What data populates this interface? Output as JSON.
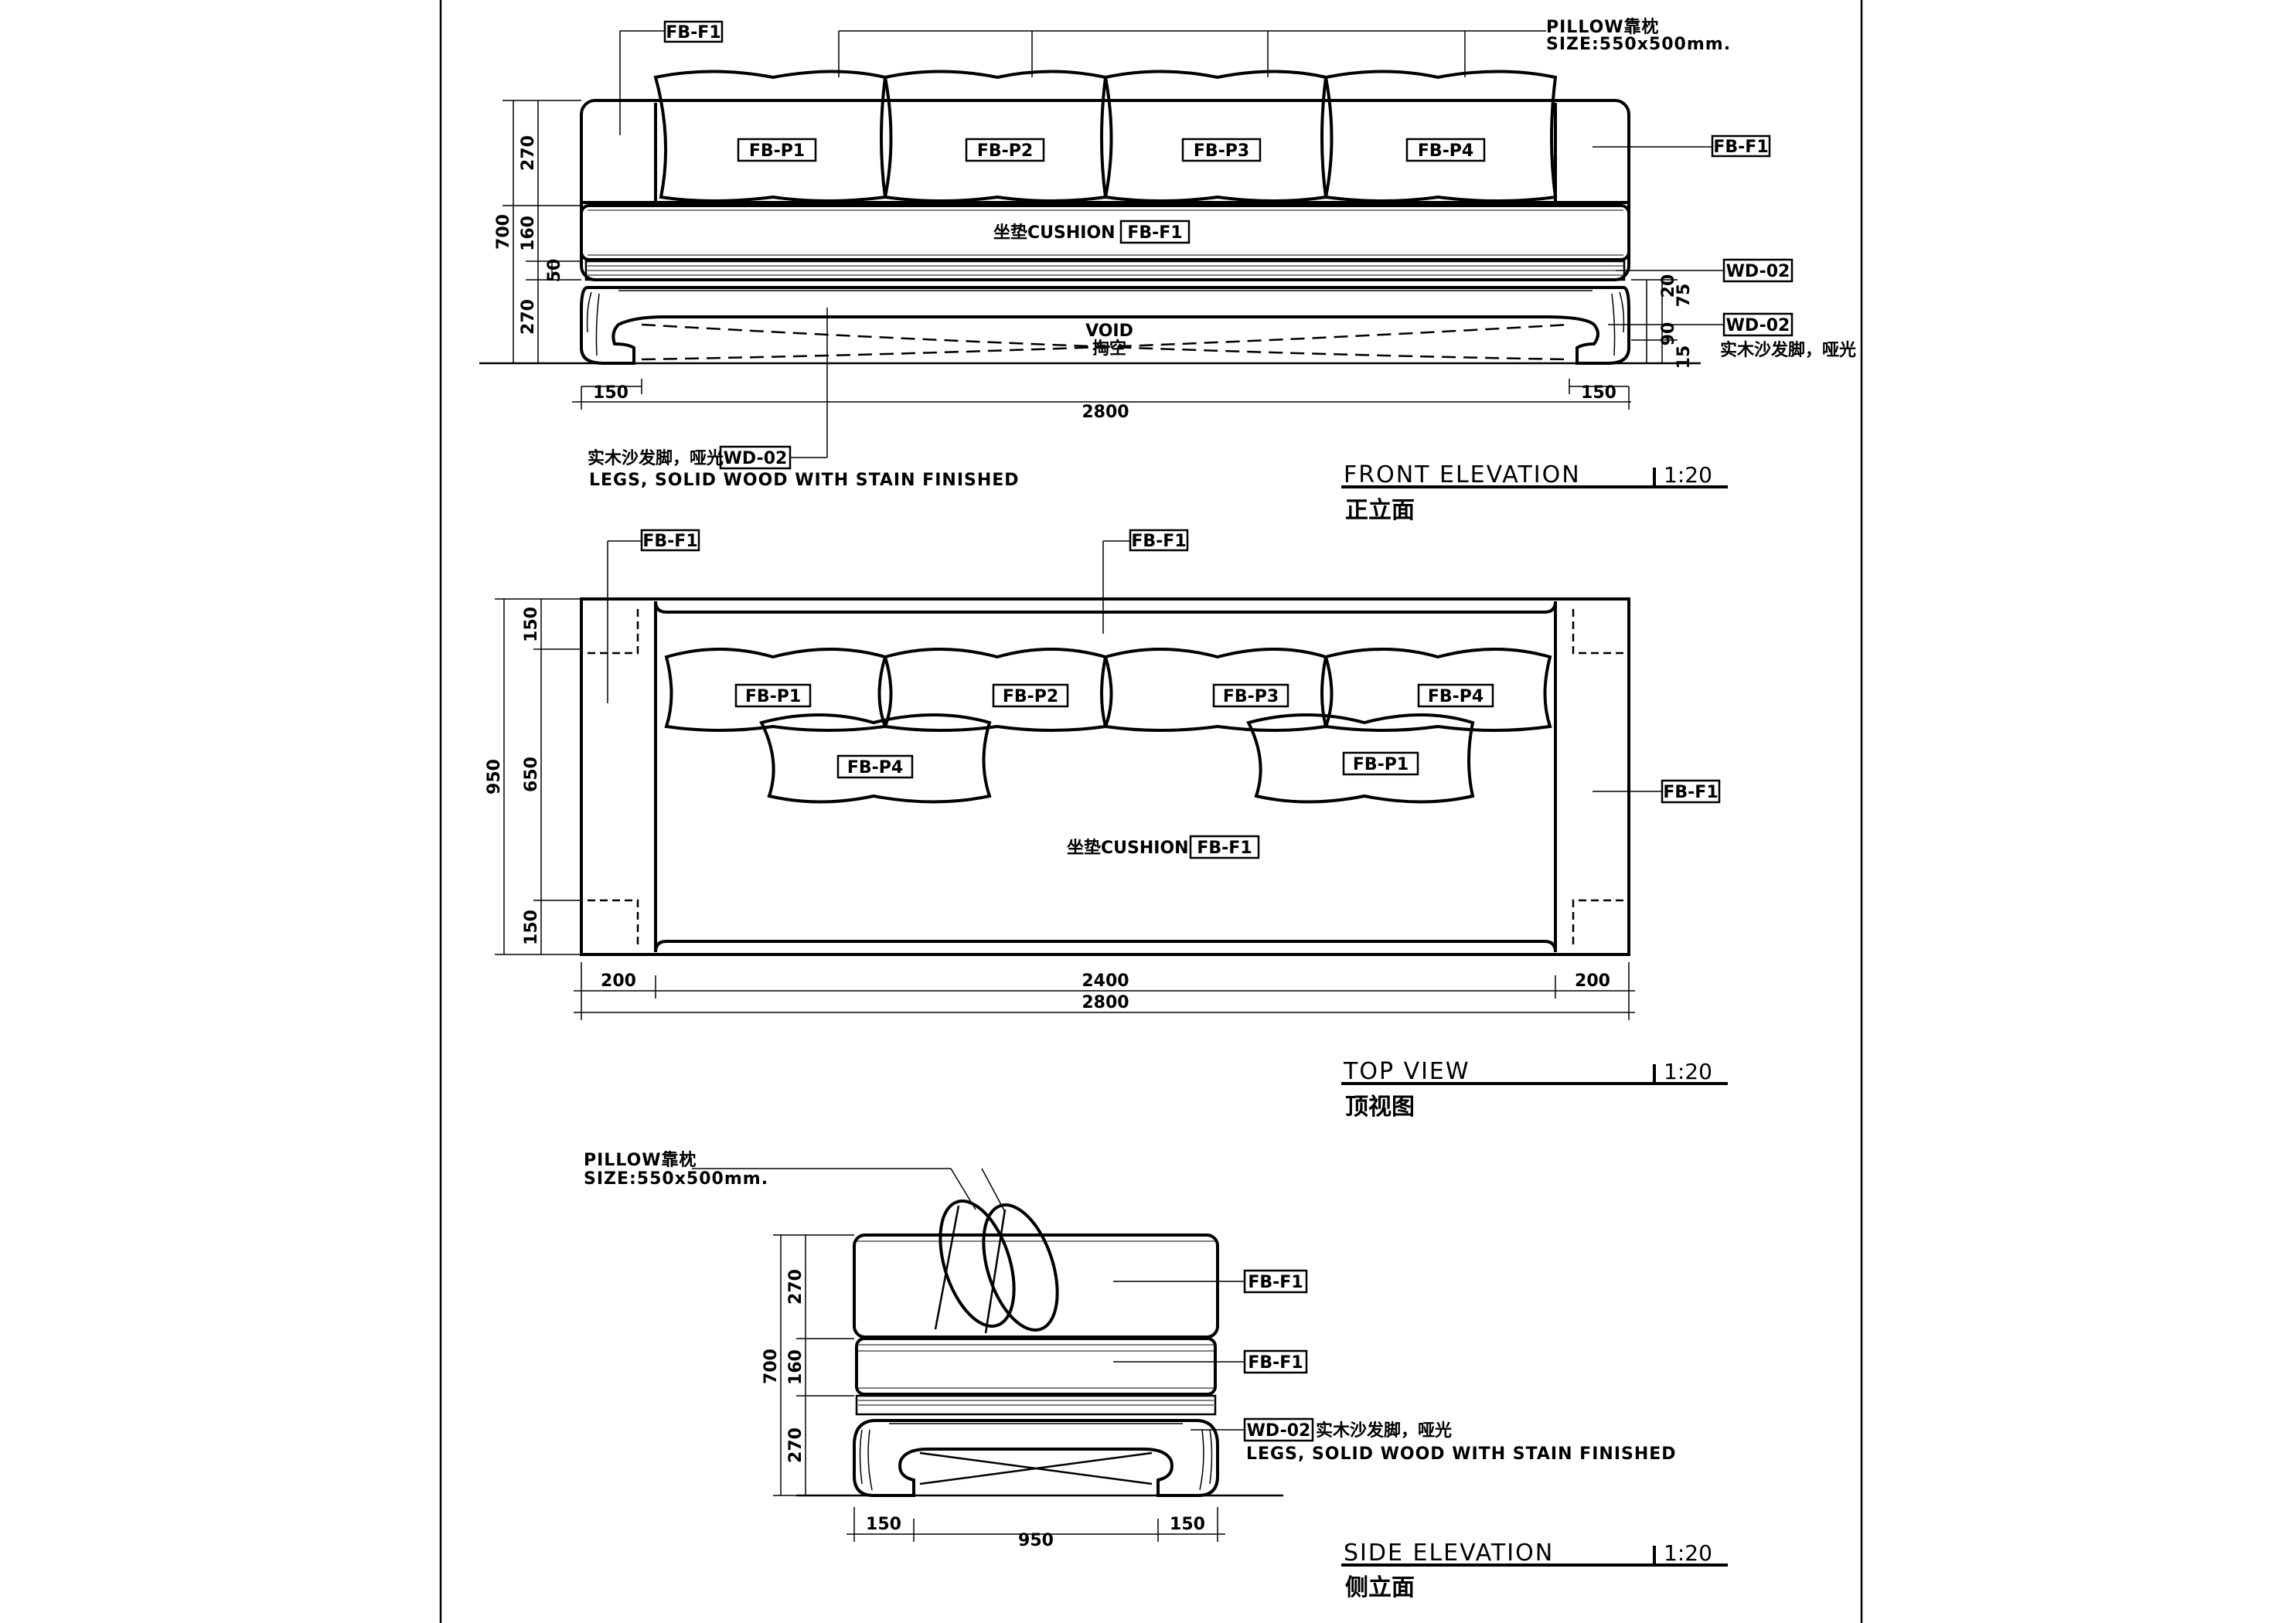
{
  "tags": {
    "fb_f1": "FB-F1",
    "fb_p1": "FB-P1",
    "fb_p2": "FB-P2",
    "fb_p3": "FB-P3",
    "fb_p4": "FB-P4",
    "wd_02": "WD-02"
  },
  "notes": {
    "pillow_label": "PILLOW靠枕",
    "pillow_size": "SIZE:550x500mm.",
    "cushion_label": "坐垫CUSHION",
    "void_label": "VOID",
    "void_cn": "掏空",
    "legs_cn": "实木沙发脚，哑光",
    "legs_en": "LEGS, SOLID WOOD WITH STAIN FINISHED"
  },
  "front_elevation": {
    "title": "FRONT ELEVATION",
    "scale": "1:20",
    "title_cn": "正立面",
    "dims": {
      "h_total": "700",
      "h_back": "270",
      "h_seat": "160",
      "h_base": "50",
      "h_legs": "270",
      "r_20": "20",
      "r_75": "75",
      "r_90": "90",
      "r_15": "15",
      "w_leg_left": "150",
      "w_leg_right": "150",
      "w_total": "2800"
    }
  },
  "top_view": {
    "title": "TOP VIEW",
    "scale": "1:20",
    "title_cn": "顶视图",
    "dims": {
      "d_total": "950",
      "d_back": "150",
      "d_seat": "650",
      "d_front": "150",
      "w_arm_left": "200",
      "w_seat": "2400",
      "w_arm_right": "200",
      "w_total": "2800"
    }
  },
  "side_elevation": {
    "title": "SIDE ELEVATION",
    "scale": "1:20",
    "title_cn": "侧立面",
    "dims": {
      "h_total": "700",
      "h_back": "270",
      "h_seat": "160",
      "h_legs": "270",
      "w_leg_left": "150",
      "w_mid": "950",
      "w_leg_right": "150"
    }
  }
}
